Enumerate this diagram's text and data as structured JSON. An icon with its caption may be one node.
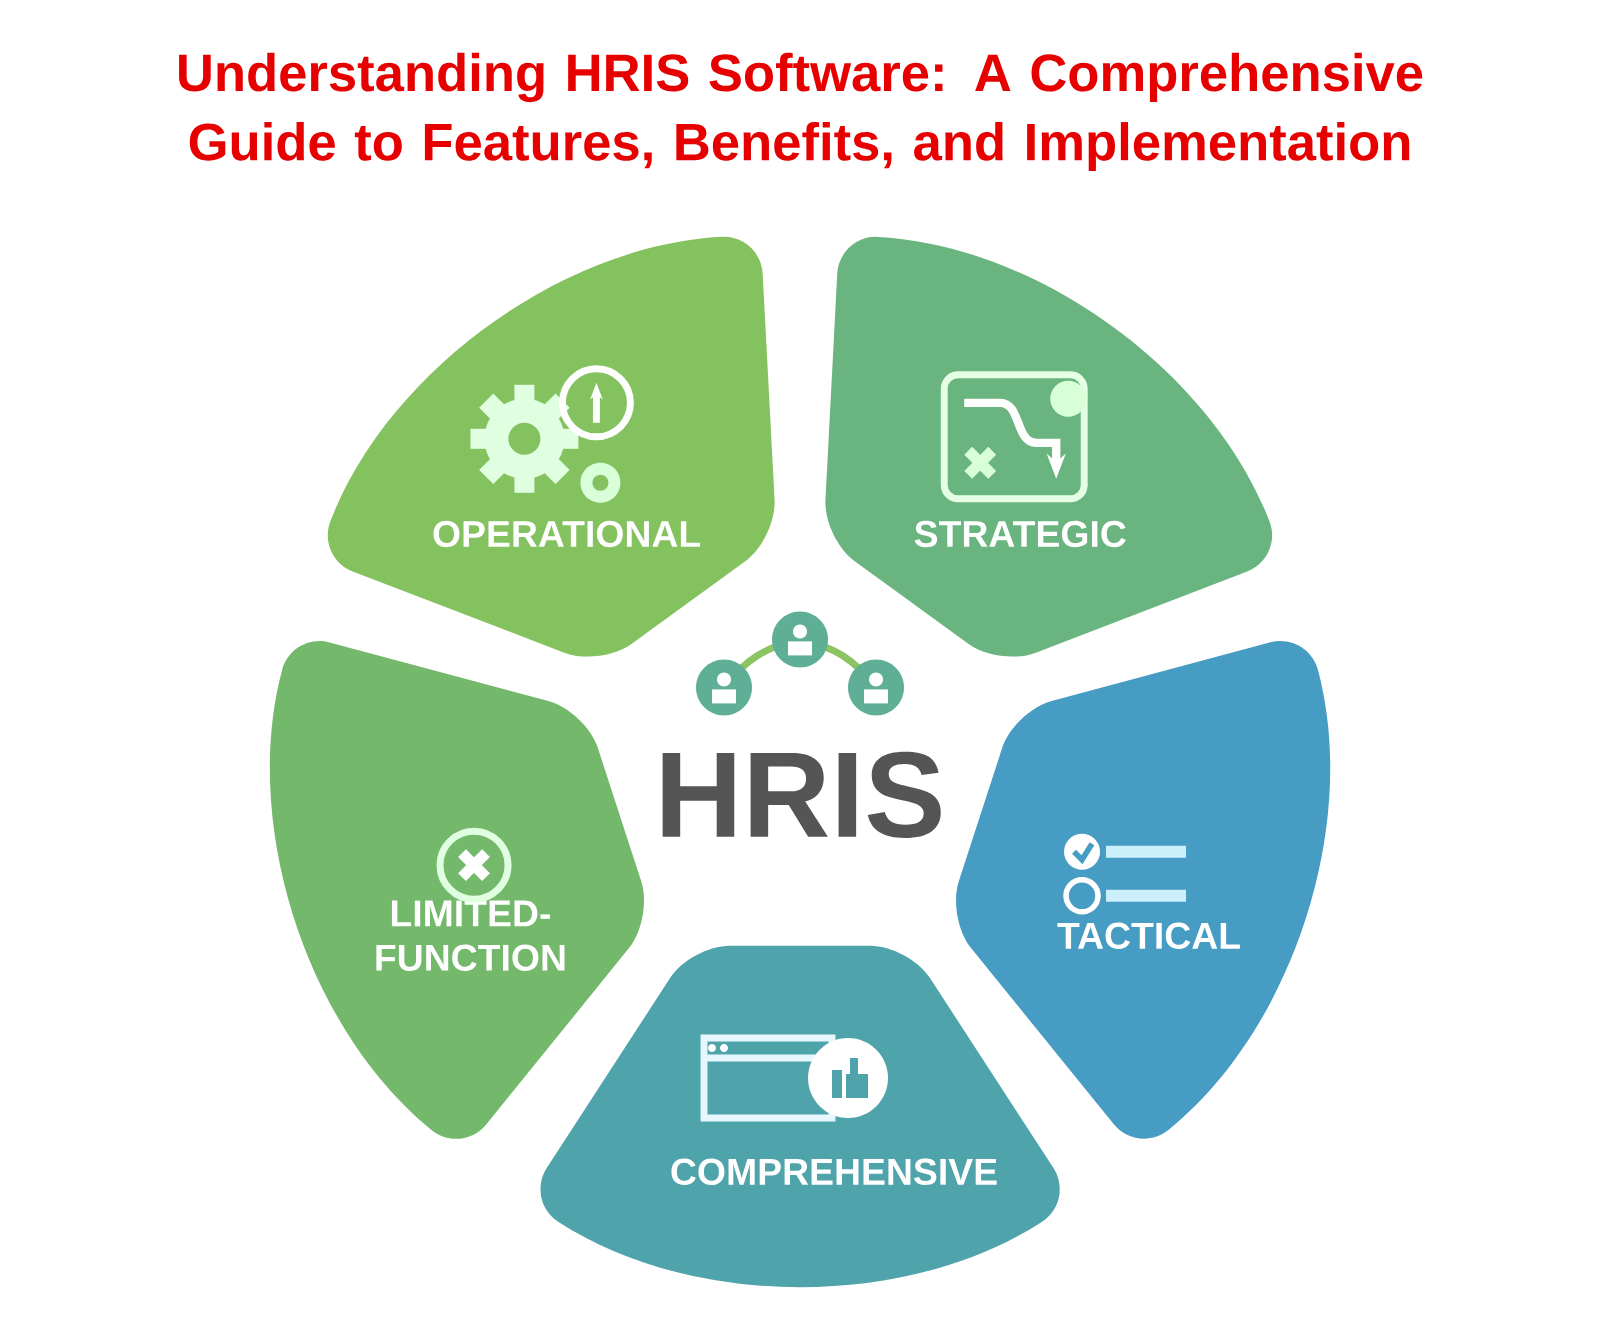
{
  "diagram": {
    "title": "Understanding HRIS Software: A Comprehensive Guide to Features, Benefits, and Implementation",
    "nodes": [
      {
        "text": [
          "OPERATIONAL"
        ]
      },
      {
        "text": [
          "STRATEGIC"
        ]
      },
      {
        "text": [
          "TACTICAL"
        ]
      },
      {
        "text": [
          "COMPREHENSIVE"
        ]
      },
      {
        "text": [
          "LIMITED-FUNCTION"
        ]
      }
    ],
    "labels": [
      "HRIS"
    ]
  }
}
